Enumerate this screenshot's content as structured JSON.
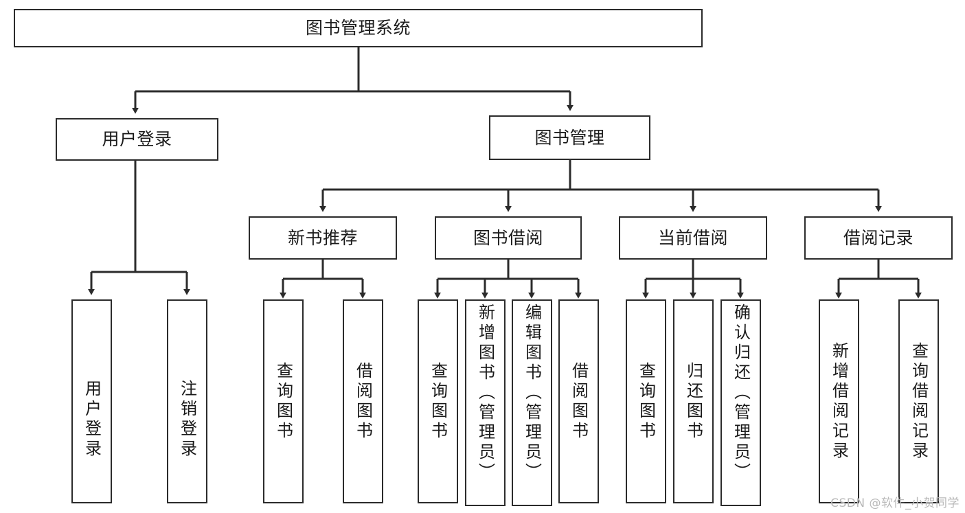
{
  "diagram": {
    "title": "图书管理系统",
    "type": "hierarchy-tree",
    "watermark": "CSDN @软件_小贺同学",
    "colors": {
      "box_border": "#2b2b2b",
      "box_fill": "#ffffff",
      "edge": "#2b2b2b",
      "text": "#1a1a1a",
      "watermark": "#b9b9b9"
    },
    "root": {
      "label": "图书管理系统"
    },
    "level2": [
      {
        "label": "用户登录"
      },
      {
        "label": "图书管理"
      }
    ],
    "level3": [
      {
        "label": "新书推荐"
      },
      {
        "label": "图书借阅"
      },
      {
        "label": "当前借阅"
      },
      {
        "label": "借阅记录"
      }
    ],
    "leaves": {
      "user_login": [
        {
          "label": "用户登录"
        },
        {
          "label": "注销登录"
        }
      ],
      "new_book_recommend": [
        {
          "label": "查询图书"
        },
        {
          "label": "借阅图书"
        }
      ],
      "book_borrow": [
        {
          "label": "查询图书"
        },
        {
          "label": "新增图书（管理员）"
        },
        {
          "label": "编辑图书（管理员）"
        },
        {
          "label": "借阅图书"
        }
      ],
      "current_borrow": [
        {
          "label": "查询图书"
        },
        {
          "label": "归还图书"
        },
        {
          "label": "确认归还（管理员）"
        }
      ],
      "borrow_record": [
        {
          "label": "新增借阅记录"
        },
        {
          "label": "查询借阅记录"
        }
      ]
    }
  }
}
